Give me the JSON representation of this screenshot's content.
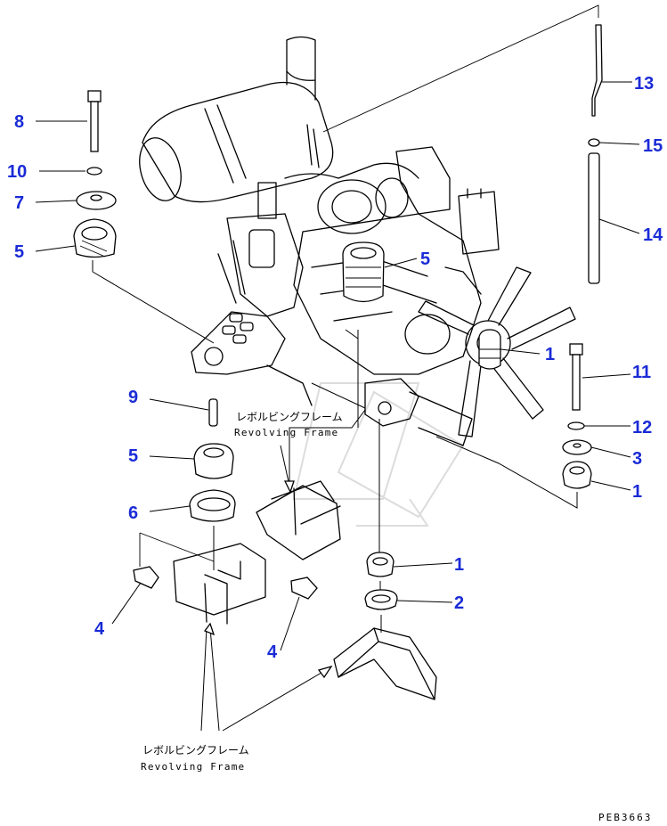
{
  "diagram": {
    "callouts": [
      {
        "id": "c8",
        "label": "8"
      },
      {
        "id": "c10",
        "label": "10"
      },
      {
        "id": "c7",
        "label": "7"
      },
      {
        "id": "c5a",
        "label": "5"
      },
      {
        "id": "c5b",
        "label": "5"
      },
      {
        "id": "c9",
        "label": "9"
      },
      {
        "id": "c5c",
        "label": "5"
      },
      {
        "id": "c6",
        "label": "6"
      },
      {
        "id": "c4a",
        "label": "4"
      },
      {
        "id": "c4b",
        "label": "4"
      },
      {
        "id": "c1a",
        "label": "1"
      },
      {
        "id": "c13",
        "label": "13"
      },
      {
        "id": "c15",
        "label": "15"
      },
      {
        "id": "c14",
        "label": "14"
      },
      {
        "id": "c11",
        "label": "11"
      },
      {
        "id": "c12",
        "label": "12"
      },
      {
        "id": "c3",
        "label": "3"
      },
      {
        "id": "c1b",
        "label": "1"
      },
      {
        "id": "c1c",
        "label": "1"
      },
      {
        "id": "c2",
        "label": "2"
      }
    ],
    "frame_labels": [
      {
        "jp": "レボルビングフレーム",
        "en": "Revolving Frame"
      },
      {
        "jp": "レボルビングフレーム",
        "en": "Revolving Frame"
      }
    ],
    "doc_id": "PEB3663"
  }
}
